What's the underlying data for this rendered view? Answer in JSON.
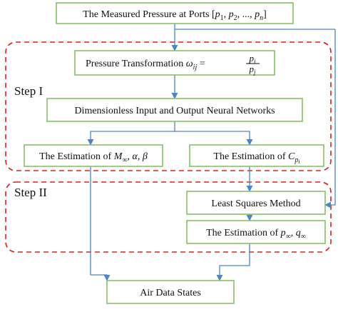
{
  "colors": {
    "box_border": "#86c166",
    "step_border": "#e0201b",
    "arrow": "#4a86c8"
  },
  "steps": {
    "step1_label": "Step I",
    "step2_label": "Step II"
  },
  "nodes": {
    "measured": {
      "text": "The Measured Pressure at Ports [",
      "math": [
        "p",
        "1",
        ", ",
        "p",
        "2",
        ", ..., ",
        "p",
        "n",
        "]"
      ]
    },
    "transformation": {
      "text": "Pressure Transformation ",
      "omega": "ω",
      "omega_sub": "ij",
      "equals": " = ",
      "numerator": "p",
      "numerator_sub": "i",
      "denominator": "p",
      "denominator_sub": "j"
    },
    "neural": {
      "text": "Dimensionless Input and Output Neural Networks"
    },
    "estimate_m": {
      "text": "The Estimation of ",
      "m": "M",
      "m_sub": "∞",
      "rest_1": ", ",
      "alpha": "α",
      "rest_2": ", ",
      "beta": "β"
    },
    "estimate_cp": {
      "text": "The Estimation of ",
      "c": "C",
      "c_sub": "p",
      "c_subsub": "i"
    },
    "least_squares": {
      "text": "Least Squares Method"
    },
    "estimate_p": {
      "text": "The Estimation of ",
      "p": "p",
      "p_sub": "∞",
      "sep": ", ",
      "q": "q",
      "q_sub": "∞"
    },
    "air_data": {
      "text": "Air Data States"
    }
  }
}
